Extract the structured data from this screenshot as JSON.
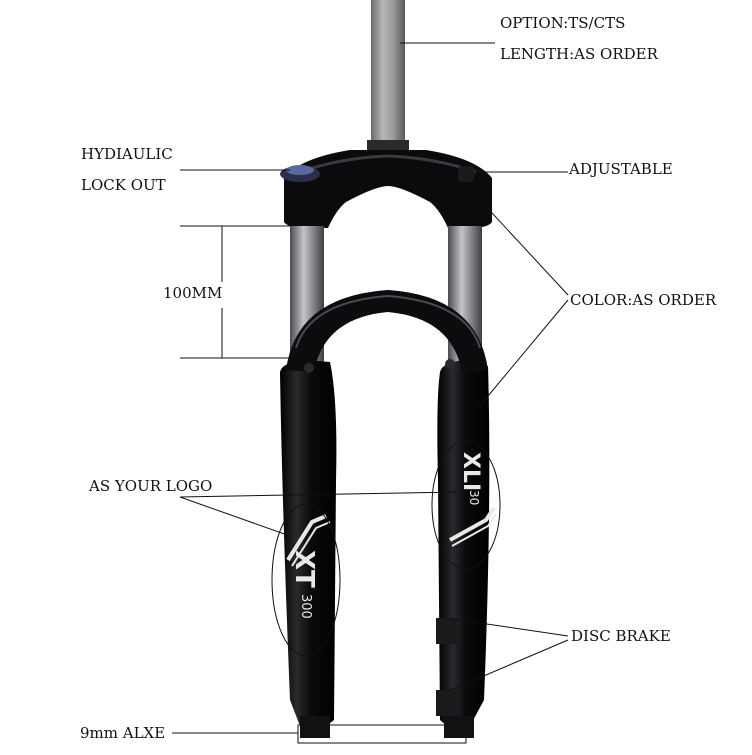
{
  "labels": {
    "option": "OPTION:TS/CTS",
    "length": "LENGTH:AS ORDER",
    "hydraulic_line1": "HYDIAULIC",
    "hydraulic_line2": "LOCK OUT",
    "adjustable": "ADJUSTABLE",
    "travel": "100MM",
    "color": "COLOR:AS ORDER",
    "logo": "AS YOUR LOGO",
    "disc_brake": "DISC BRAKE",
    "axle": "9mm ALXE"
  },
  "decals": {
    "left_text": "XT",
    "left_sub": "300",
    "right_text": "XLI",
    "right_sub": "30"
  },
  "colors": {
    "fork_body": "#0c0c0e",
    "steerer": "#8e8e8e",
    "stanchion": "#a8a8ad",
    "leader_line": "#111111",
    "decal": "#e8e8e8"
  }
}
